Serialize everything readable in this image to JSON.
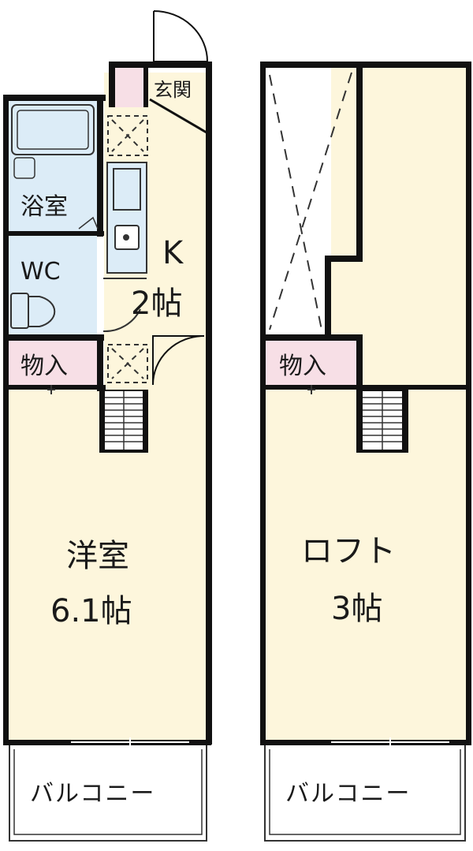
{
  "left_unit": {
    "entrance": "玄関",
    "bath": "浴室",
    "wc": "WC",
    "kitchen_name": "K",
    "kitchen_size": "2帖",
    "storage": "物入",
    "western_room_name": "洋室",
    "western_room_size": "6.1帖",
    "balcony": "バルコニー"
  },
  "right_unit": {
    "storage": "物入",
    "loft_name": "ロフト",
    "loft_size": "3帖",
    "balcony": "バルコニー"
  },
  "colors": {
    "cream": "#fdf6dc",
    "bath_blue": "#dcecf7",
    "storage_pink": "#f7dfe6",
    "wall": "#111111"
  }
}
